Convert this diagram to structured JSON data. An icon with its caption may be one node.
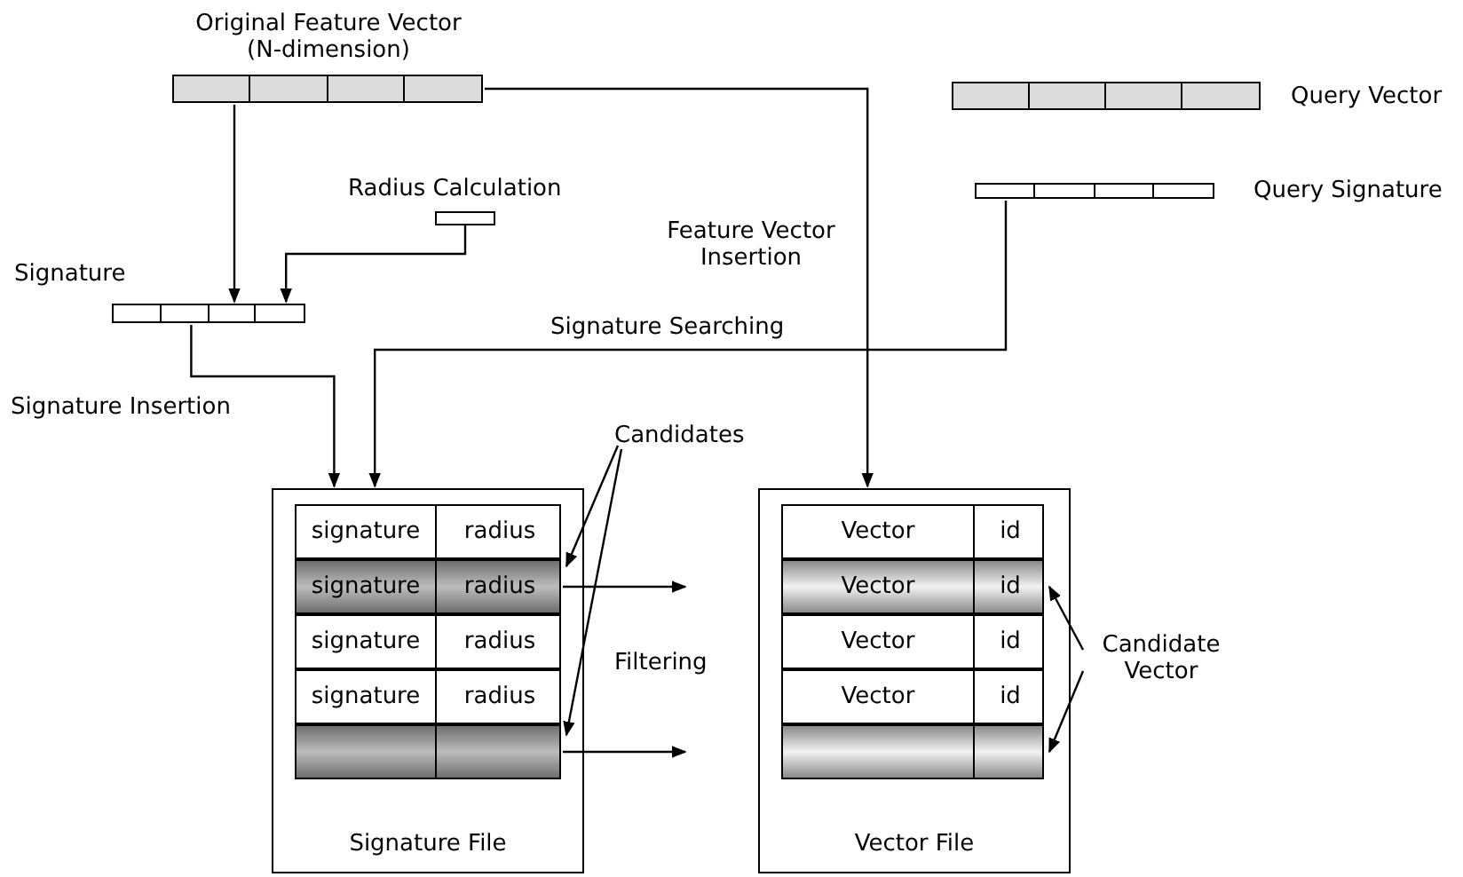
{
  "diagram": {
    "nodes": [
      {
        "text": [
          "Original Feature Vector (N-dimension)"
        ]
      },
      {
        "text": [
          "Query Vector"
        ]
      },
      {
        "text": [
          "Radius Calculation"
        ]
      },
      {
        "text": [
          "Query Signature"
        ]
      },
      {
        "text": [
          "Signature"
        ]
      },
      {
        "text": [
          "Signature File"
        ]
      },
      {
        "text": [
          "signature",
          "radius"
        ],
        "in": 5
      },
      {
        "text": [
          "signature",
          "radius"
        ],
        "in": 5
      },
      {
        "text": [
          "signature",
          "radius"
        ],
        "in": 5
      },
      {
        "text": [
          "signature",
          "radius"
        ],
        "in": 5
      },
      {
        "text": [],
        "shape": "bar",
        "in": 5
      },
      {
        "text": [
          "Vector File"
        ]
      },
      {
        "text": [
          "Vector",
          "id"
        ],
        "in": 11
      },
      {
        "text": [
          "Vector",
          "id"
        ],
        "in": 11
      },
      {
        "text": [
          "Vector",
          "id"
        ],
        "in": 11
      },
      {
        "text": [
          "Vector",
          "id"
        ],
        "in": 11
      },
      {
        "text": [],
        "shape": "bar",
        "in": 11
      },
      {
        "text": [
          "Candidates"
        ]
      },
      {
        "text": [
          "Candidate Vector"
        ]
      }
    ],
    "edges": [
      {
        "from": 0,
        "to": 4,
        "arrow": "to"
      },
      {
        "from": 2,
        "to": 4,
        "arrow": "to"
      },
      {
        "from": 0,
        "to": 11,
        "arrow": "to",
        "label": "Feature Vector Insertion"
      },
      {
        "from": 4,
        "to": 5,
        "arrow": "to",
        "label": "Signature Insertion"
      },
      {
        "from": 3,
        "to": 5,
        "arrow": "to",
        "label": "Signature Searching"
      },
      {
        "from": 7,
        "to": null,
        "arrow": "to"
      },
      {
        "from": 10,
        "to": null,
        "arrow": "to"
      },
      {
        "from": 17,
        "to": 7,
        "arrow": "to"
      },
      {
        "from": 17,
        "to": 10,
        "arrow": "to"
      },
      {
        "from": 18,
        "to": 13,
        "arrow": "to"
      },
      {
        "from": 18,
        "to": 16,
        "arrow": "to"
      }
    ],
    "labels": [
      "Filtering"
    ]
  }
}
